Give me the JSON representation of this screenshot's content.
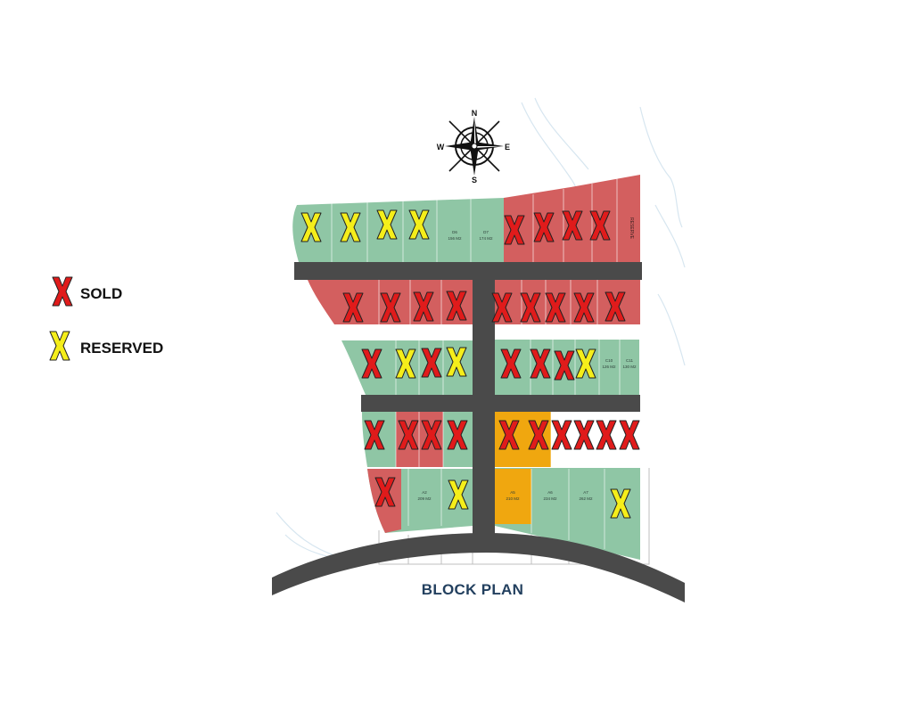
{
  "legend": {
    "sold": {
      "label": "SOLD",
      "color": "#e01b1b",
      "icon": "cross-mark-icon"
    },
    "reserved": {
      "label": "RESERVED",
      "color": "#f5ee1a",
      "icon": "cross-mark-icon"
    }
  },
  "compass": {
    "n": "N",
    "e": "E",
    "s": "S",
    "w": "W",
    "icon": "compass-rose-icon"
  },
  "plan": {
    "title": "BLOCK PLAN",
    "reserve_label": "RESERVE",
    "colors": {
      "available": "#8fc6a5",
      "sold": "#d35f5f",
      "on_hold": "#f0a70f",
      "road": "#4a4a4a",
      "unlisted": "#ffffff"
    },
    "lot_labels": [
      {
        "id": "D6",
        "area": "156 M2"
      },
      {
        "id": "D7",
        "area": "174 M2"
      },
      {
        "id": "C10",
        "area": "126 M2"
      },
      {
        "id": "C11",
        "area": "130 M2"
      },
      {
        "id": "A2",
        "area": "209 M2"
      },
      {
        "id": "A5",
        "area": "210 M2"
      },
      {
        "id": "A6",
        "area": "234 M2"
      },
      {
        "id": "A7",
        "area": "262 M2"
      }
    ]
  }
}
